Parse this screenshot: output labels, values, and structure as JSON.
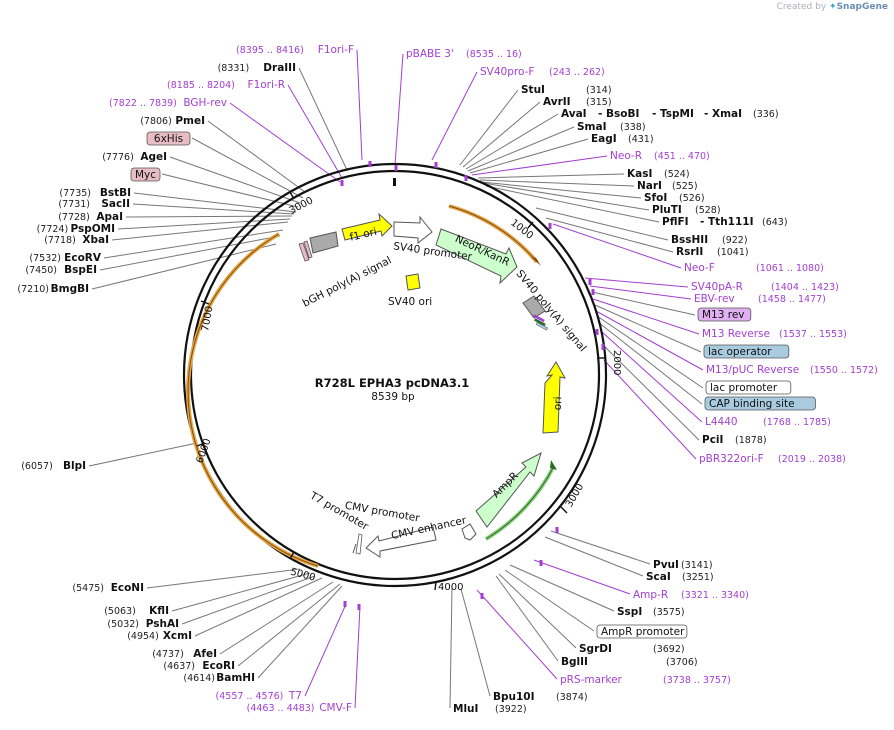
{
  "credit": {
    "prefix": "Created by",
    "brand": "SnapGene"
  },
  "plasmid": {
    "name": "R728L EPHA3 pcDNA3.1",
    "length": "8539 bp"
  },
  "ticks": [
    "1000",
    "2000",
    "3000",
    "4000",
    "5000",
    "6000",
    "7000",
    "3000"
  ],
  "colors": {
    "primer": "#a23fd0",
    "backbone": "#111111",
    "promoter": "#ffffff",
    "f1ori": "#ffff00",
    "sv40ori": "#ffff00",
    "neo": "#ccffcc",
    "amp": "#ccffcc",
    "ori": "#ffff00",
    "orange_arc": "#e8a544",
    "grey_feature": "#aaaaaa",
    "lac_operator": "#a9cbe0",
    "cap": "#a9cbe0",
    "m13rev": "#e0b0f0",
    "tag": "#e8bcc4"
  },
  "inner_features": [
    {
      "label": "f1 ori"
    },
    {
      "label": "SV40 promoter"
    },
    {
      "label": "NeoR/KanR"
    },
    {
      "label": "SV40 poly(A) signal"
    },
    {
      "label": "bGH poly(A) signal"
    },
    {
      "label": "SV40 ori"
    },
    {
      "label": "ori"
    },
    {
      "label": "AmpR"
    },
    {
      "label": "CMV promoter"
    },
    {
      "label": "T7 promoter"
    },
    {
      "label": "CMV enhancer"
    }
  ],
  "left_labels": [
    {
      "pos": "(8395 .. 8416)",
      "name": "F1ori-F",
      "kind": "primer"
    },
    {
      "pos": "(8331)",
      "name": "DraIII",
      "kind": "enzyme"
    },
    {
      "pos": "(8185 .. 8204)",
      "name": "F1ori-R",
      "kind": "primer"
    },
    {
      "pos": "(7822 .. 7839)",
      "name": "BGH-rev",
      "kind": "primer"
    },
    {
      "pos": "(7806)",
      "name": "PmeI",
      "kind": "enzyme"
    },
    {
      "pos": "",
      "name": "6xHis",
      "kind": "tag"
    },
    {
      "pos": "(7776)",
      "name": "AgeI",
      "kind": "enzyme"
    },
    {
      "pos": "",
      "name": "Myc",
      "kind": "tag"
    },
    {
      "pos": "(7735)",
      "name": "BstBI",
      "kind": "enzyme"
    },
    {
      "pos": "(7731)",
      "name": "SacII",
      "kind": "enzyme"
    },
    {
      "pos": "(7728)",
      "name": "ApaI",
      "kind": "enzyme"
    },
    {
      "pos": "(7724)",
      "name": "PspOMI",
      "kind": "enzyme"
    },
    {
      "pos": "(7718)",
      "name": "XbaI",
      "kind": "enzyme"
    },
    {
      "pos": "(7532)",
      "name": "EcoRV",
      "kind": "enzyme"
    },
    {
      "pos": "(7450)",
      "name": "BspEI",
      "kind": "enzyme"
    },
    {
      "pos": "(7210)",
      "name": "BmgBI",
      "kind": "enzyme"
    },
    {
      "pos": "(6057)",
      "name": "BlpI",
      "kind": "enzyme"
    },
    {
      "pos": "(5475)",
      "name": "EcoNI",
      "kind": "enzyme"
    },
    {
      "pos": "(5063)",
      "name": "KflI",
      "kind": "enzyme"
    },
    {
      "pos": "(5032)",
      "name": "PshAI",
      "kind": "enzyme"
    },
    {
      "pos": "(4954)",
      "name": "XcmI",
      "kind": "enzyme"
    },
    {
      "pos": "(4737)",
      "name": "AfeI",
      "kind": "enzyme"
    },
    {
      "pos": "(4637)",
      "name": "EcoRI",
      "kind": "enzyme"
    },
    {
      "pos": "(4614)",
      "name": "BamHI",
      "kind": "enzyme"
    },
    {
      "pos": "(4557 .. 4576)",
      "name": "T7",
      "kind": "primer"
    },
    {
      "pos": "(4463 .. 4483)",
      "name": "CMV-F",
      "kind": "primer"
    }
  ],
  "top_labels": [
    {
      "name": "pBABE 3'",
      "pos": "(8535 .. 16)",
      "kind": "primer"
    },
    {
      "name": "SV40pro-F",
      "pos": "(243 .. 262)",
      "kind": "primer"
    },
    {
      "name": "StuI",
      "pos": "(314)",
      "kind": "enzyme"
    },
    {
      "name": "AvrII",
      "pos": "(315)",
      "kind": "enzyme"
    },
    {
      "name": "AvaI",
      "pos": "",
      "kind": "enzyme"
    },
    {
      "name": "- BsoBI",
      "pos": "",
      "kind": "enzyme"
    },
    {
      "name": "- TspMI",
      "pos": "",
      "kind": "enzyme"
    },
    {
      "name": "- XmaI",
      "pos": "(336)",
      "kind": "enzyme"
    },
    {
      "name": "SmaI",
      "pos": "(338)",
      "kind": "enzyme"
    },
    {
      "name": "EagI",
      "pos": "(431)",
      "kind": "enzyme"
    },
    {
      "name": "Neo-R",
      "pos": "(451 .. 470)",
      "kind": "primer"
    },
    {
      "name": "KasI",
      "pos": "(524)",
      "kind": "enzyme"
    },
    {
      "name": "NarI",
      "pos": "(525)",
      "kind": "enzyme"
    },
    {
      "name": "SfoI",
      "pos": "(526)",
      "kind": "enzyme"
    },
    {
      "name": "PluTI",
      "pos": "(528)",
      "kind": "enzyme"
    },
    {
      "name": "PflFI",
      "pos": "",
      "kind": "enzyme"
    },
    {
      "name": "- Tth111I",
      "pos": "(643)",
      "kind": "enzyme"
    },
    {
      "name": "BssHII",
      "pos": "(922)",
      "kind": "enzyme"
    },
    {
      "name": "RsrII",
      "pos": "(1041)",
      "kind": "enzyme"
    }
  ],
  "right_labels": [
    {
      "name": "Neo-F",
      "pos": "(1061 .. 1080)",
      "kind": "primer"
    },
    {
      "name": "SV40pA-R",
      "pos": "(1404 .. 1423)",
      "kind": "primer"
    },
    {
      "name": "EBV-rev",
      "pos": "(1458 .. 1477)",
      "kind": "primer"
    },
    {
      "name": "M13 rev",
      "pos": "",
      "kind": "m13box"
    },
    {
      "name": "M13 Reverse",
      "pos": "(1537 .. 1553)",
      "kind": "primer"
    },
    {
      "name": "lac operator",
      "pos": "",
      "kind": "bluebox"
    },
    {
      "name": "M13/pUC Reverse",
      "pos": "(1550 .. 1572)",
      "kind": "primer"
    },
    {
      "name": "lac promoter",
      "pos": "",
      "kind": "whitebox"
    },
    {
      "name": "CAP binding site",
      "pos": "",
      "kind": "bluebox"
    },
    {
      "name": "L4440",
      "pos": "(1768 .. 1785)",
      "kind": "primer"
    },
    {
      "name": "PciI",
      "pos": "(1878)",
      "kind": "enzyme"
    },
    {
      "name": "pBR322ori-F",
      "pos": "(2019 .. 2038)",
      "kind": "primer"
    }
  ],
  "bottom_right_labels": [
    {
      "name": "PvuI",
      "pos": "(3141)",
      "kind": "enzyme"
    },
    {
      "name": "ScaI",
      "pos": "(3251)",
      "kind": "enzyme"
    },
    {
      "name": "Amp-R",
      "pos": "(3321 .. 3340)",
      "kind": "primer"
    },
    {
      "name": "SspI",
      "pos": "(3575)",
      "kind": "enzyme"
    },
    {
      "name": "AmpR promoter",
      "pos": "",
      "kind": "whitebox"
    },
    {
      "name": "SgrDI",
      "pos": "(3692)",
      "kind": "enzyme"
    },
    {
      "name": "BglII",
      "pos": "(3706)",
      "kind": "enzyme"
    },
    {
      "name": "pRS-marker",
      "pos": "(3738 .. 3757)",
      "kind": "primer"
    },
    {
      "name": "Bpu10I",
      "pos": "(3874)",
      "kind": "enzyme"
    },
    {
      "name": "MluI",
      "pos": "(3922)",
      "kind": "enzyme"
    }
  ]
}
